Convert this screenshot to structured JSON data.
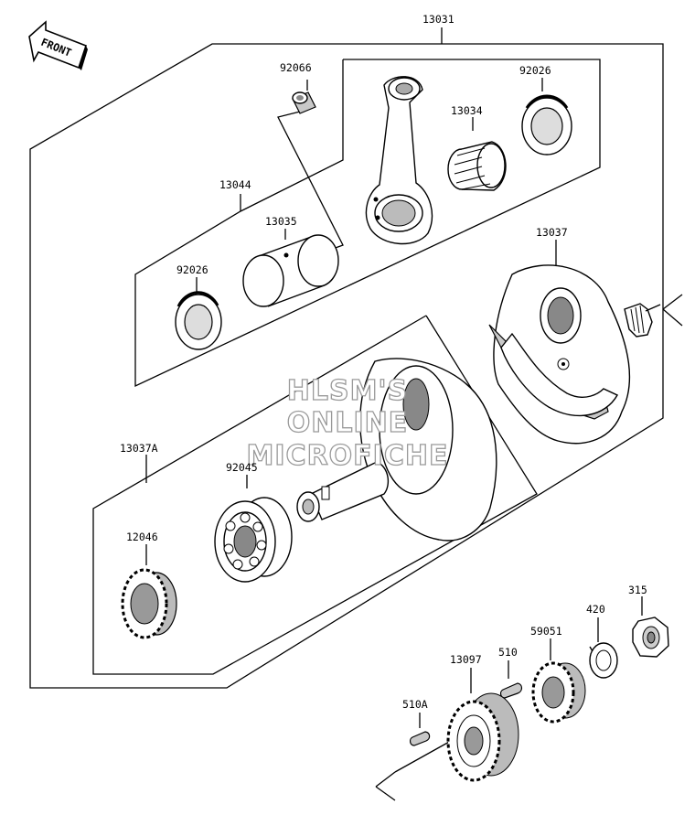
{
  "front_badge": "FRONT",
  "watermark": [
    "HLSM'S",
    "ONLINE",
    "MICROFICHE"
  ],
  "parts": {
    "p13031": "13031",
    "p92066": "92066",
    "p92026a": "92026",
    "p13034": "13034",
    "p13044": "13044",
    "p13035": "13035",
    "p92026b": "92026",
    "p13037": "13037",
    "p13037A": "13037A",
    "p92045": "92045",
    "p12046": "12046",
    "p315": "315",
    "p420": "420",
    "p59051": "59051",
    "p510": "510",
    "p13097": "13097",
    "p510A": "510A"
  }
}
